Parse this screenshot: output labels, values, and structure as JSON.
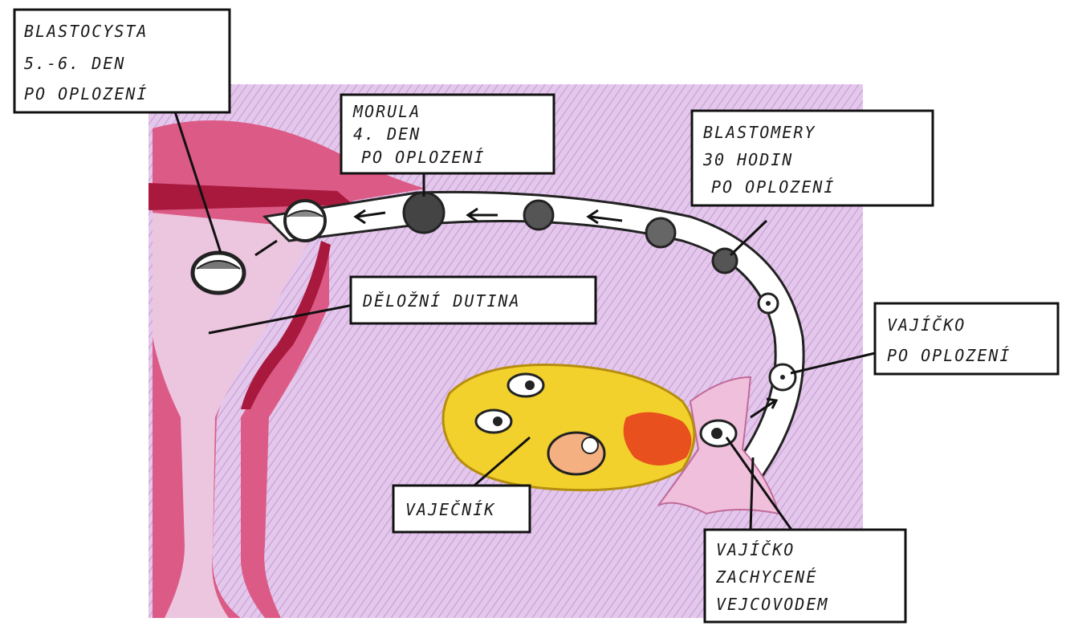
{
  "labels": {
    "blastocysta": [
      "BLASTOCYSTA",
      "5.-6. DEN",
      "PO OPLOZENÍ"
    ],
    "morula": [
      "MORULA",
      "4. DEN",
      "PO OPLOZENÍ"
    ],
    "blastomery": [
      "BLASTOMERY",
      "30 HODIN",
      "PO OPLOZENÍ"
    ],
    "delozni_dutina": [
      "DĚLOŽNÍ DUTINA"
    ],
    "vajicko_po_oplozeni": [
      "VAJÍČKO",
      "PO OPLOZENÍ"
    ],
    "vajecnik": [
      "VAJEČNÍK"
    ],
    "vajicko_zachycene": [
      "VAJÍČKO",
      "ZACHYCENÉ",
      "VEJCOVODEM"
    ]
  },
  "colors": {
    "background_wash": "#e2c6ea",
    "uterus_wall": "#d9547e",
    "uterus_dark": "#a8193d",
    "ovary": "#f2d12c",
    "corpus": "#e8501d",
    "tube": "#ffffff"
  }
}
